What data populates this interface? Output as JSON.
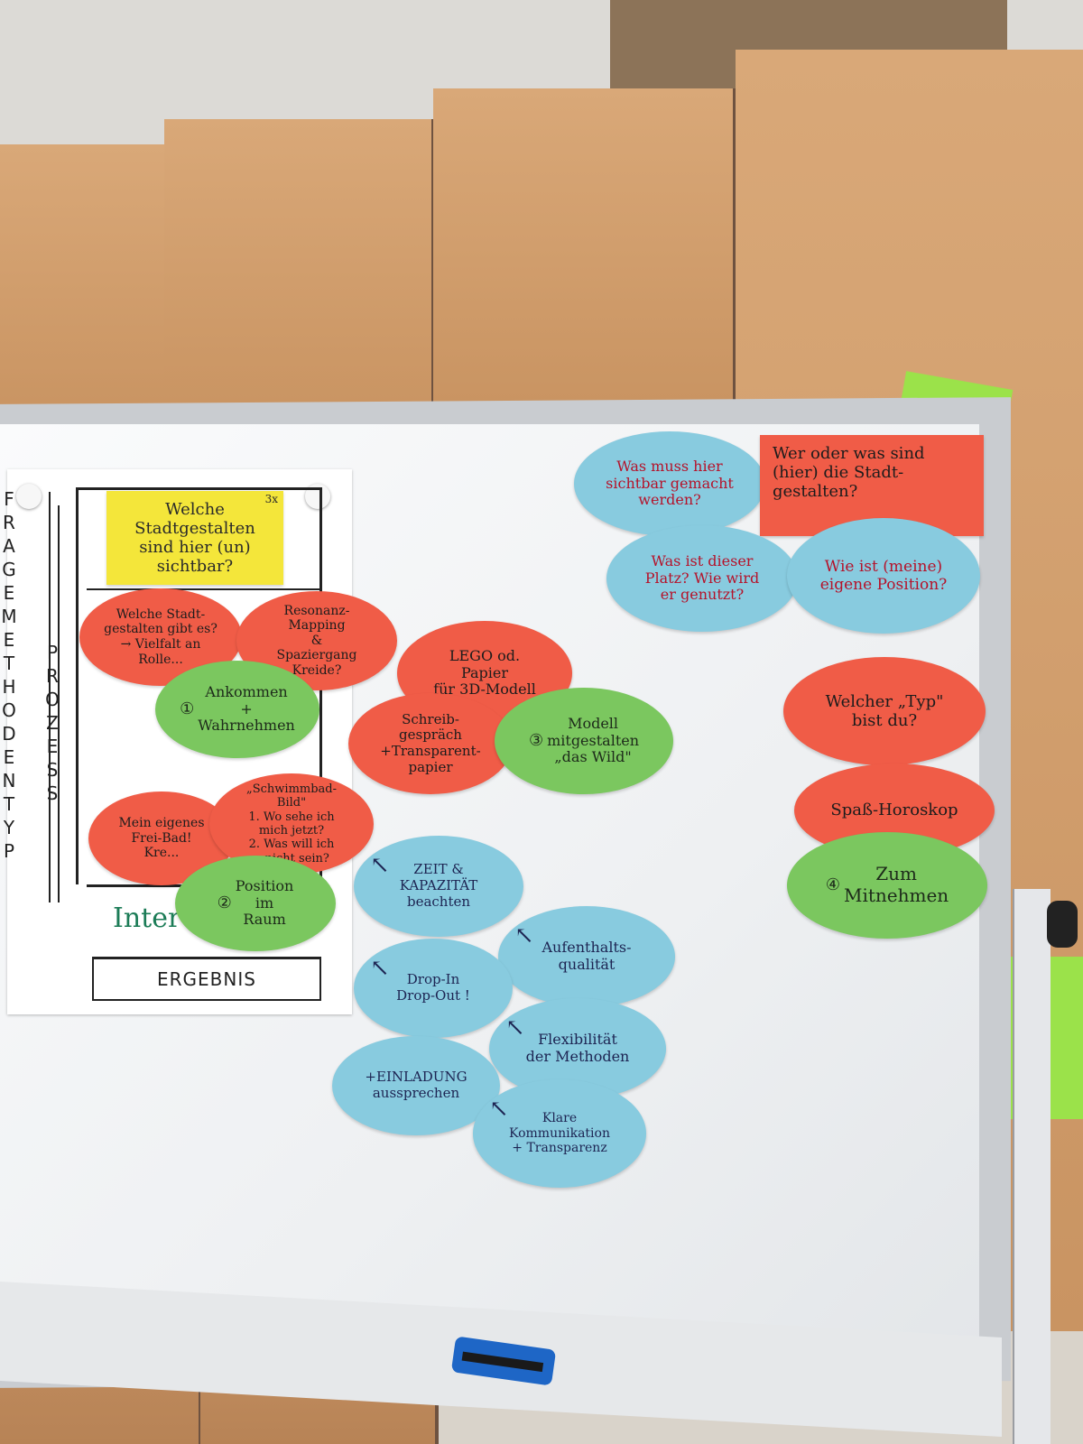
{
  "board": {
    "sheet_sidebar": {
      "left_vertical": "FRAGE METHODEN TYP",
      "right_vertical": "PROZESS"
    },
    "sheet_title_note": "Welche Stadtgestalten sind hier (un) sichtbar?",
    "sheet_title_mark": "3x",
    "sheet_footer": "ERGEBNIS",
    "sheet_intervention": "Interve...",
    "left_cards": [
      {
        "text": "Welche Stadt-\ngestalten gibt es?\n→ Vielfalt an\nRolle...",
        "color": "red"
      },
      {
        "text": "Resonanz-Mapping\n&\nSpaziergang  Kreide?",
        "color": "red"
      },
      {
        "text": "Ankommen\n+\nWahrnehmen",
        "num": "①",
        "color": "green"
      },
      {
        "text": "Mein eigenes\nFrei-Bad!\nKre...",
        "color": "red"
      },
      {
        "text": "„Schwimmbad-\nBild\"\n1. Wo sehe ich mich jetzt?\n2. Was will ich\n...nicht sein?",
        "color": "red"
      },
      {
        "text": "Position\nim\nRaum",
        "num": "②",
        "color": "green"
      }
    ],
    "middle_cards": [
      {
        "text": "LEGO od.\nPapier\nfür 3D-Modell",
        "color": "red"
      },
      {
        "text": "Schreib-\ngespräch\n+Transparent-\npapier",
        "color": "red"
      },
      {
        "text": "Modell\nmitgestalten\n„das Wild\"",
        "num": "③",
        "color": "green"
      }
    ],
    "blue_cards": [
      {
        "text": "ZEIT &\nKAPAZITÄT\nbeachten",
        "arrow": "↖"
      },
      {
        "text": "Aufenthalts-\nqualität",
        "arrow": "↖"
      },
      {
        "text": "Drop-In\nDrop-Out !",
        "arrow": "↖"
      },
      {
        "text": "Flexibilität\nder Methoden",
        "arrow": "↖"
      },
      {
        "text": "+EINLADUNG\naussprechen",
        "arrow": ""
      },
      {
        "text": "Klare\nKommunikation\n+ Transparenz",
        "arrow": "↖"
      }
    ],
    "question_cards": [
      {
        "text": "Was muss hier\nsichtbar gemacht\nwerden?",
        "color": "blue"
      },
      {
        "text": "Wer oder was sind\n(hier) die Stadt-\ngestalten?",
        "color": "red"
      },
      {
        "text": "Was ist dieser\nPlatz? Wie wird\ner genutzt?",
        "color": "blue"
      },
      {
        "text": "Wie ist (meine)\neigene Position?",
        "color": "blue"
      }
    ],
    "right_cards": [
      {
        "text": "Welcher „Typ\"\nbist du?",
        "color": "red"
      },
      {
        "text": "Spaß-Horoskop",
        "color": "red"
      },
      {
        "text": "Zum\nMitnehmen",
        "num": "④",
        "color": "green"
      }
    ]
  },
  "colors": {
    "red_card": "#f05c47",
    "blue_card": "#88cbdf",
    "green_card": "#7bc75f",
    "yellow_note": "#f4e63a",
    "cabinet_wood": "#d4a171",
    "eraser": "#1e66c6"
  }
}
